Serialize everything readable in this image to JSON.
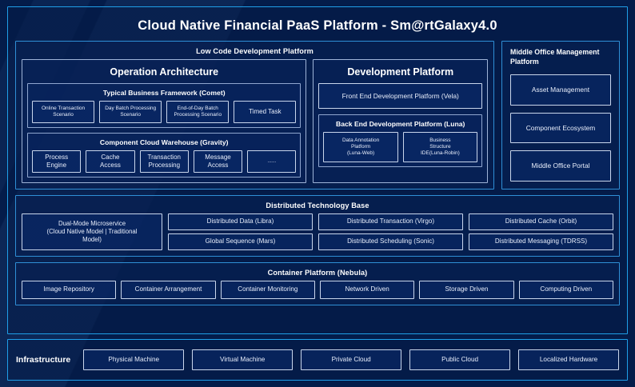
{
  "title": "Cloud Native Financial PaaS Platform - Sm@rtGalaxy4.0",
  "colors": {
    "background": "#041c4a",
    "outer_border": "#1f9fe8",
    "panel_border": "#2f8fd6",
    "box_border": "#c9d6ec",
    "text": "#ffffff"
  },
  "low_code": {
    "title": "Low Code Development Platform",
    "operation_architecture": {
      "title": "Operation Architecture",
      "comet": {
        "title": "Typical Business Framework (Comet)",
        "items": [
          "Online Transaction\nScenario",
          "Day Batch Processing\nScenario",
          "End-of-Day Batch\nProcessing Scenario",
          "Timed Task"
        ]
      },
      "gravity": {
        "title": "Component Cloud Warehouse (Gravity)",
        "items": [
          "Process\nEngine",
          "Cache\nAccess",
          "Transaction\nProcessing",
          "Message\nAccess",
          "......"
        ]
      }
    },
    "development_platform": {
      "title": "Development Platform",
      "front_end": "Front End Development Platform (Vela)",
      "back_end": {
        "title": "Back End Development Platform (Luna)",
        "items": [
          "Data Annotation\nPlatform\n(Luna-Web)",
          "Business\nStructure\nIDE(Luna-Robin)"
        ]
      }
    }
  },
  "middle_office": {
    "title": "Middle Office Management Platform",
    "items": [
      "Asset Management",
      "Component Ecosystem",
      "Middle Office Portal"
    ]
  },
  "distributed_technology_base": {
    "title": "Distributed Technology Base",
    "dual_mode": "Dual-Mode Microservice\n(Cloud Native Model | Traditional\nModel)",
    "items": [
      "Distributed Data (Libra)",
      "Distributed Transaction (Virgo)",
      "Distributed Cache (Orbit)",
      "Global Sequence (Mars)",
      "Distributed Scheduling (Sonic)",
      "Distributed Messaging (TDRSS)"
    ]
  },
  "container_platform": {
    "title": "Container Platform (Nebula)",
    "items": [
      "Image Repository",
      "Container Arrangement",
      "Container Monitoring",
      "Network Driven",
      "Storage Driven",
      "Computing Driven"
    ]
  },
  "infrastructure": {
    "label": "Infrastructure",
    "items": [
      "Physical Machine",
      "Virtual Machine",
      "Private Cloud",
      "Public Cloud",
      "Localized Hardware"
    ]
  }
}
